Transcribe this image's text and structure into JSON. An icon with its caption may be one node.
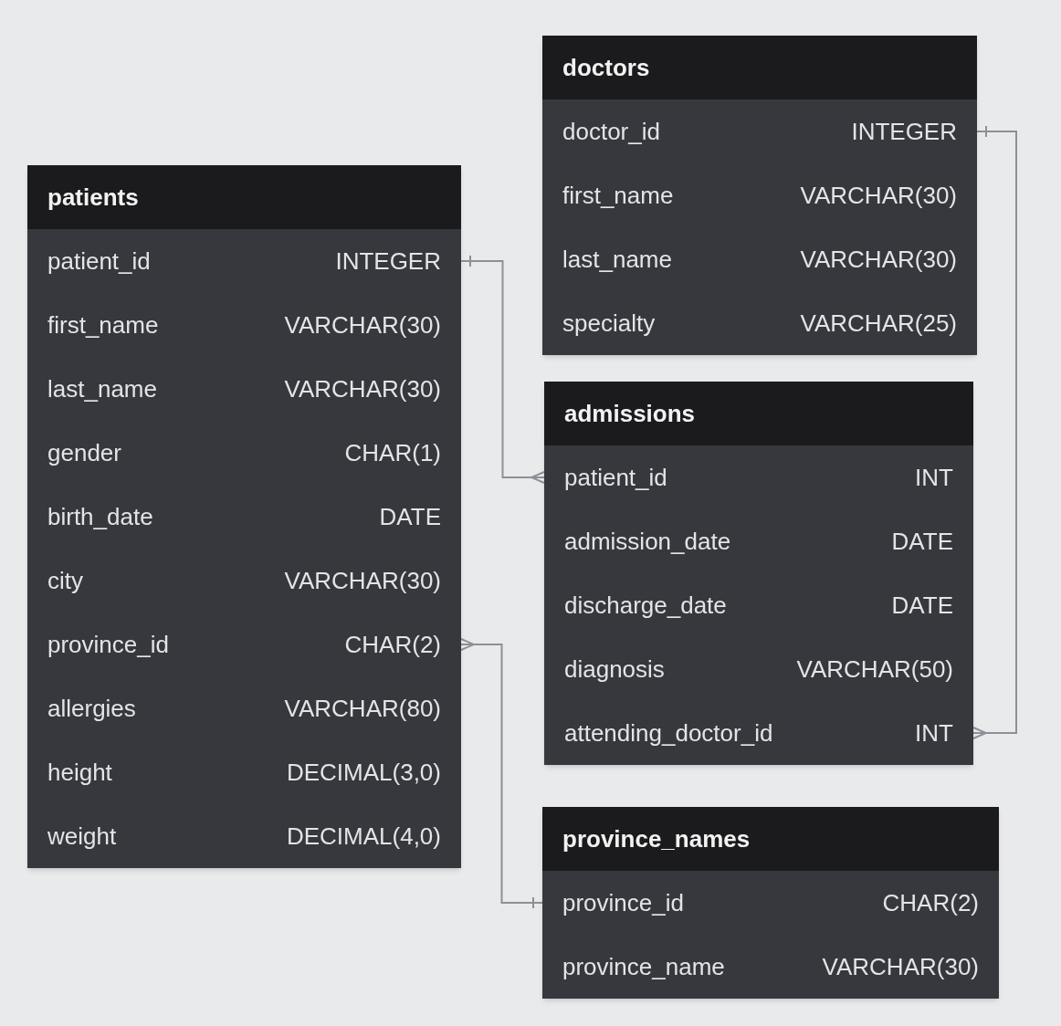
{
  "diagram": {
    "nodes": [
      {
        "text": [
          "doctors"
        ]
      },
      {
        "text": [
          "doctor_id",
          "INTEGER"
        ],
        "in": 0
      },
      {
        "text": [
          "first_name",
          "VARCHAR(30)"
        ],
        "in": 0
      },
      {
        "text": [
          "last_name",
          "VARCHAR(30)"
        ],
        "in": 0
      },
      {
        "text": [
          "specialty",
          "VARCHAR(25)"
        ],
        "in": 0
      },
      {
        "text": [
          "patients"
        ]
      },
      {
        "text": [
          "patient_id",
          "INTEGER"
        ],
        "in": 5
      },
      {
        "text": [
          "first_name",
          "VARCHAR(30)"
        ],
        "in": 5
      },
      {
        "text": [
          "last_name",
          "VARCHAR(30)"
        ],
        "in": 5
      },
      {
        "text": [
          "gender",
          "CHAR(1)"
        ],
        "in": 5
      },
      {
        "text": [
          "birth_date",
          "DATE"
        ],
        "in": 5
      },
      {
        "text": [
          "city",
          "VARCHAR(30)"
        ],
        "in": 5
      },
      {
        "text": [
          "province_id",
          "CHAR(2)"
        ],
        "in": 5
      },
      {
        "text": [
          "allergies",
          "VARCHAR(80)"
        ],
        "in": 5
      },
      {
        "text": [
          "height",
          "DECIMAL(3,0)"
        ],
        "in": 5
      },
      {
        "text": [
          "weight",
          "DECIMAL(4,0)"
        ],
        "in": 5
      },
      {
        "text": [
          "admissions"
        ]
      },
      {
        "text": [
          "patient_id",
          "INT"
        ],
        "in": 16
      },
      {
        "text": [
          "admission_date",
          "DATE"
        ],
        "in": 16
      },
      {
        "text": [
          "discharge_date",
          "DATE"
        ],
        "in": 16
      },
      {
        "text": [
          "diagnosis",
          "VARCHAR(50)"
        ],
        "in": 16
      },
      {
        "text": [
          "attending_doctor_id",
          "INT"
        ],
        "in": 16
      },
      {
        "text": [
          "province_names"
        ]
      },
      {
        "text": [
          "province_id",
          "CHAR(2)"
        ],
        "in": 22
      },
      {
        "text": [
          "province_name",
          "VARCHAR(30)"
        ],
        "in": 22
      }
    ],
    "edges": [
      {
        "from": 6,
        "to": 17,
        "arrow": "other"
      },
      {
        "from": 1,
        "to": 21,
        "arrow": "other"
      },
      {
        "from": 23,
        "to": 12,
        "arrow": "other"
      }
    ]
  }
}
